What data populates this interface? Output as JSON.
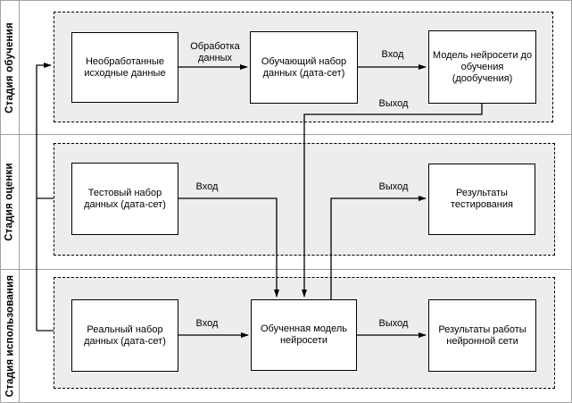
{
  "lanes": [
    {
      "label": "Стадия обучения"
    },
    {
      "label": "Стадия оценки"
    },
    {
      "label": "Стадия использования"
    }
  ],
  "boxes": {
    "raw_data": "Необработанные исходные данные",
    "training_set": "Обучающий набор данных (дата-сет)",
    "untrained_model": "Модель нейросети до обучения (дообучения)",
    "test_set": "Тестовый набор данных (дата-сет)",
    "test_results": "Результаты тестирования",
    "real_set": "Реальный набор данных (дата-сет)",
    "trained_model": "Обученная модель нейросети",
    "work_results": "Результаты работы нейронной сети"
  },
  "edges": [
    {
      "id": "raw-to-training-set",
      "label": "Обработка данных"
    },
    {
      "id": "training-set-to-model",
      "label": "Вход"
    },
    {
      "id": "model-output-to-trained-model",
      "label": "Выход"
    },
    {
      "id": "test-set-to-trained-model",
      "label": "Вход"
    },
    {
      "id": "trained-model-to-test-results",
      "label": "Выход"
    },
    {
      "id": "real-set-to-trained-model",
      "label": "Вход"
    },
    {
      "id": "trained-model-to-work-results",
      "label": "Выход"
    },
    {
      "id": "feedback-to-training-stage",
      "label": ""
    }
  ],
  "colors": {
    "container_fill": "#ededed",
    "box_fill": "#ffffff",
    "line": "#000000",
    "frame": "#a3a3a3",
    "stub": "#666666"
  }
}
